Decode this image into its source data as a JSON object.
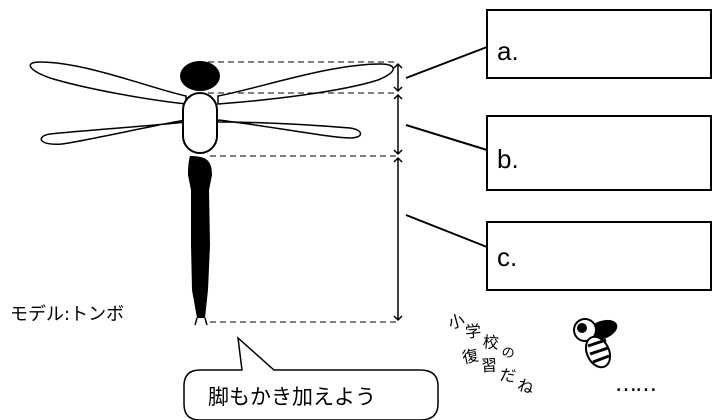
{
  "labels": {
    "box_a": "a.",
    "box_b": "b.",
    "box_c": "c.",
    "model": "モデル:トンボ",
    "bubble": "脚もかき加えよう"
  },
  "cheer": {
    "line1": [
      "小",
      "学",
      "校",
      "の"
    ],
    "line2": [
      "復",
      "習",
      "だ",
      "ね"
    ],
    "dots": "……"
  },
  "colors": {
    "ink": "#000000",
    "paper": "#ffffff"
  },
  "icons": {
    "subject": "dragonfly-icon",
    "mascot": "bee-icon"
  }
}
